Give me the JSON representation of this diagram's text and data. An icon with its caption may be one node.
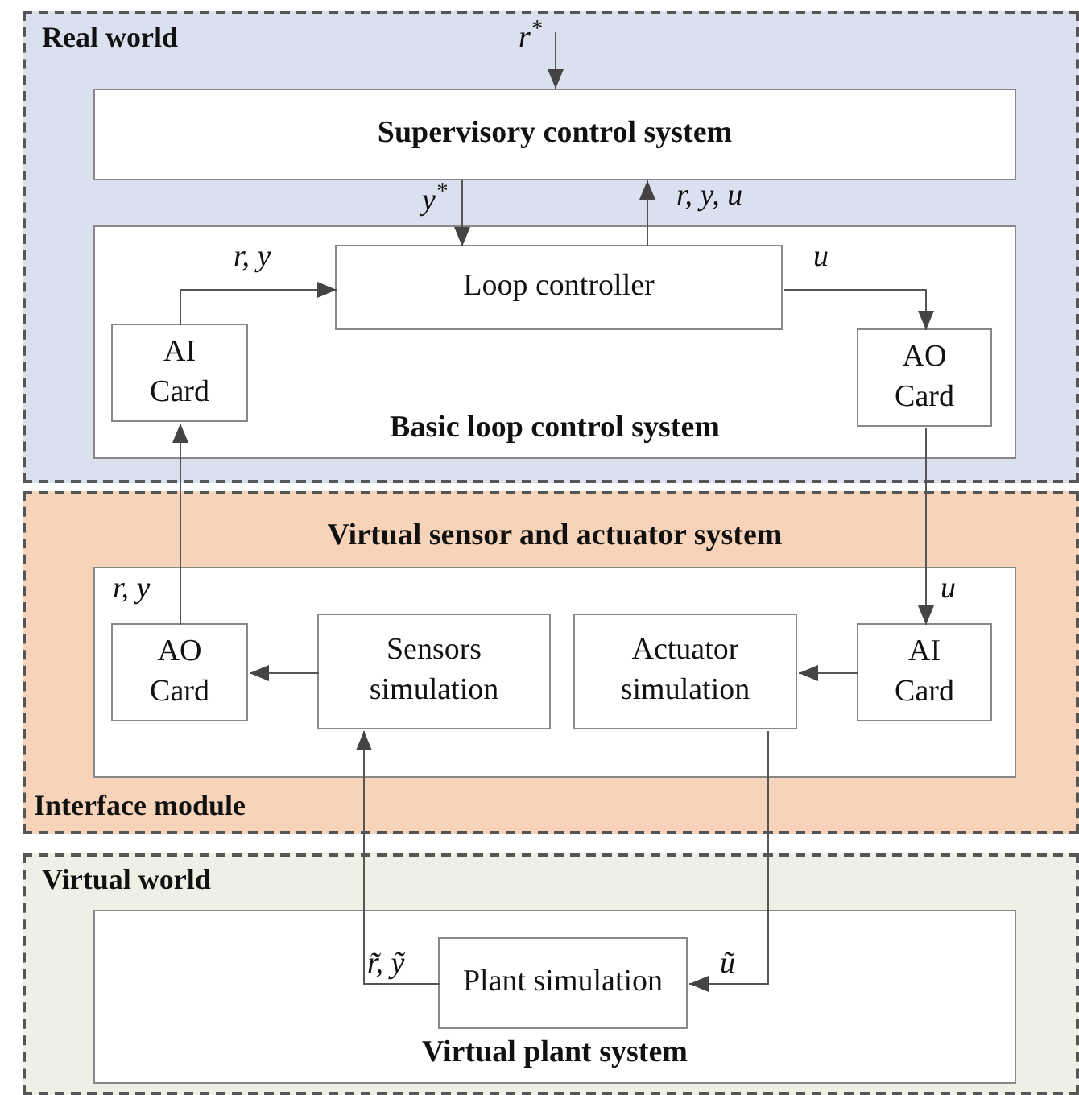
{
  "diagram": {
    "nodes": [
      {
        "text": [
          "Real world"
        ]
      },
      {
        "text": [
          "Supervisory control system"
        ],
        "in": 0
      },
      {
        "text": [
          "Basic loop control system"
        ],
        "in": 0
      },
      {
        "text": [
          "Loop controller"
        ],
        "in": 2
      },
      {
        "text": [
          "AI Card"
        ],
        "in": 2
      },
      {
        "text": [
          "AO Card"
        ],
        "in": 2
      },
      {
        "text": [
          "Interface module"
        ]
      },
      {
        "text": [
          "Virtual sensor and actuator system"
        ],
        "in": 6
      },
      {
        "text": [
          "AO Card"
        ],
        "in": 7
      },
      {
        "text": [
          "Sensors simulation"
        ],
        "in": 7
      },
      {
        "text": [
          "Actuator simulation"
        ],
        "in": 7
      },
      {
        "text": [
          "AI Card"
        ],
        "in": 7
      },
      {
        "text": [
          "Virtual world"
        ]
      },
      {
        "text": [
          "Virtual plant system"
        ],
        "in": 12
      },
      {
        "text": [
          "Plant simulation"
        ],
        "in": 13
      }
    ],
    "edges": [
      {
        "from": null,
        "to": 1,
        "arrow": "to",
        "label": "r$^{*}$"
      },
      {
        "from": 1,
        "to": 3,
        "arrow": "to",
        "label": "y$^{*}$"
      },
      {
        "from": 3,
        "to": 1,
        "arrow": "to",
        "label": "r, y, u"
      },
      {
        "from": 4,
        "to": 3,
        "arrow": "to",
        "label": "r, y"
      },
      {
        "from": 3,
        "to": 5,
        "arrow": "to",
        "label": "u"
      },
      {
        "from": 8,
        "to": 4,
        "arrow": "to",
        "label": "r, y"
      },
      {
        "from": 5,
        "to": 11,
        "arrow": "to",
        "label": "u"
      },
      {
        "from": 9,
        "to": 8,
        "arrow": "to"
      },
      {
        "from": 11,
        "to": 10,
        "arrow": "to"
      },
      {
        "from": 14,
        "to": 9,
        "arrow": "to",
        "label": "r̃, ỹ"
      },
      {
        "from": 10,
        "to": 14,
        "arrow": "to",
        "label": "ũ"
      }
    ]
  }
}
